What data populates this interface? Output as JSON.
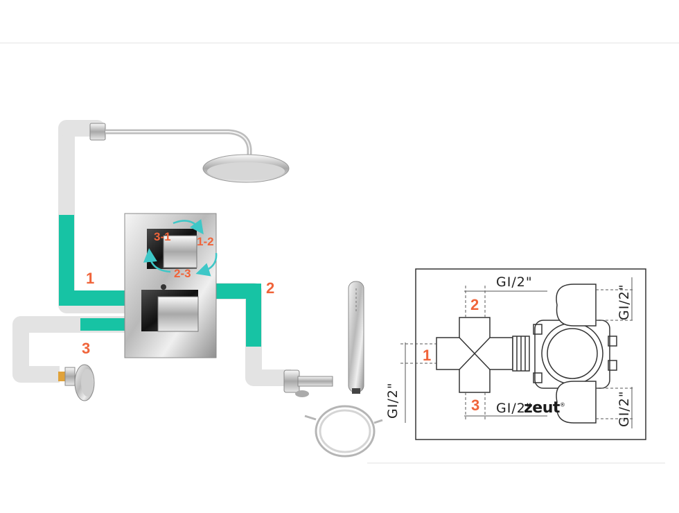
{
  "colors": {
    "pipe_green": "#17c3a4",
    "pipe_grey": "#e3e3e3",
    "label_orange": "#f0643a",
    "arrow_teal": "#3ec7c7",
    "outline": "#333333"
  },
  "system": {
    "outlet_labels": {
      "one": "1",
      "two": "2",
      "three": "3"
    },
    "diverter_labels": {
      "pos_31": "3-1",
      "pos_12": "1-2",
      "pos_23": "2-3"
    }
  },
  "valve_diagram": {
    "port_labels": {
      "one": "1",
      "two": "2",
      "three": "3"
    },
    "thread_top": "GI/2\"",
    "thread_left": "GI/2\"",
    "thread_bottom": "GI/2\"",
    "thread_right_top": "GI/2\"",
    "thread_right_bottom": "GI/2\"",
    "brand": "zeut"
  }
}
